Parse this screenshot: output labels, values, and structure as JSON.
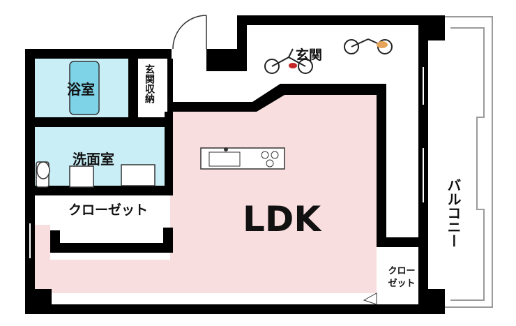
{
  "rooms": {
    "ldk": "LDK",
    "bath": "浴室",
    "washroom": "洗面室",
    "entrance": "玄関",
    "entrance_storage": "玄関収納",
    "closet_main": "クローゼット",
    "closet_small": "クローゼット",
    "balcony": "バルコニー"
  },
  "colors": {
    "wall": "#000000",
    "ldk_floor": "#f9dedf",
    "wet_area": "#c9eef6",
    "bathtub": "#7fd3e6",
    "floor_plain": "#ffffff"
  },
  "icons": [
    "bicycle-icon",
    "bicycle-icon",
    "toilet-icon",
    "kitchen-counter-icon",
    "stove-icon",
    "sink-icon"
  ]
}
